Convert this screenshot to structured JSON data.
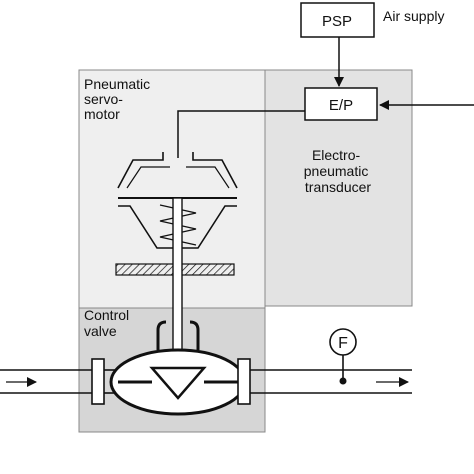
{
  "labels": {
    "psp": "PSP",
    "air_supply": "Air supply",
    "ep": "E/P",
    "servomotor_line1": "Pneumatic",
    "servomotor_line2": "servo-",
    "servomotor_line3": "motor",
    "transducer_line1": "Electro-",
    "transducer_line2": "pneumatic",
    "transducer_line3": "transducer",
    "control_line1": "Control",
    "control_line2": "valve",
    "flow_meter": "F"
  },
  "colors": {
    "panel_fill": "#efefef",
    "transducer_fill": "#e3e3e3",
    "valve_panel_fill": "#d6d6d6",
    "stroke": "#111111"
  },
  "icons": {
    "flow": "arrow-right-icon",
    "signal": "arrow-left-icon",
    "spring": "spring-icon"
  }
}
